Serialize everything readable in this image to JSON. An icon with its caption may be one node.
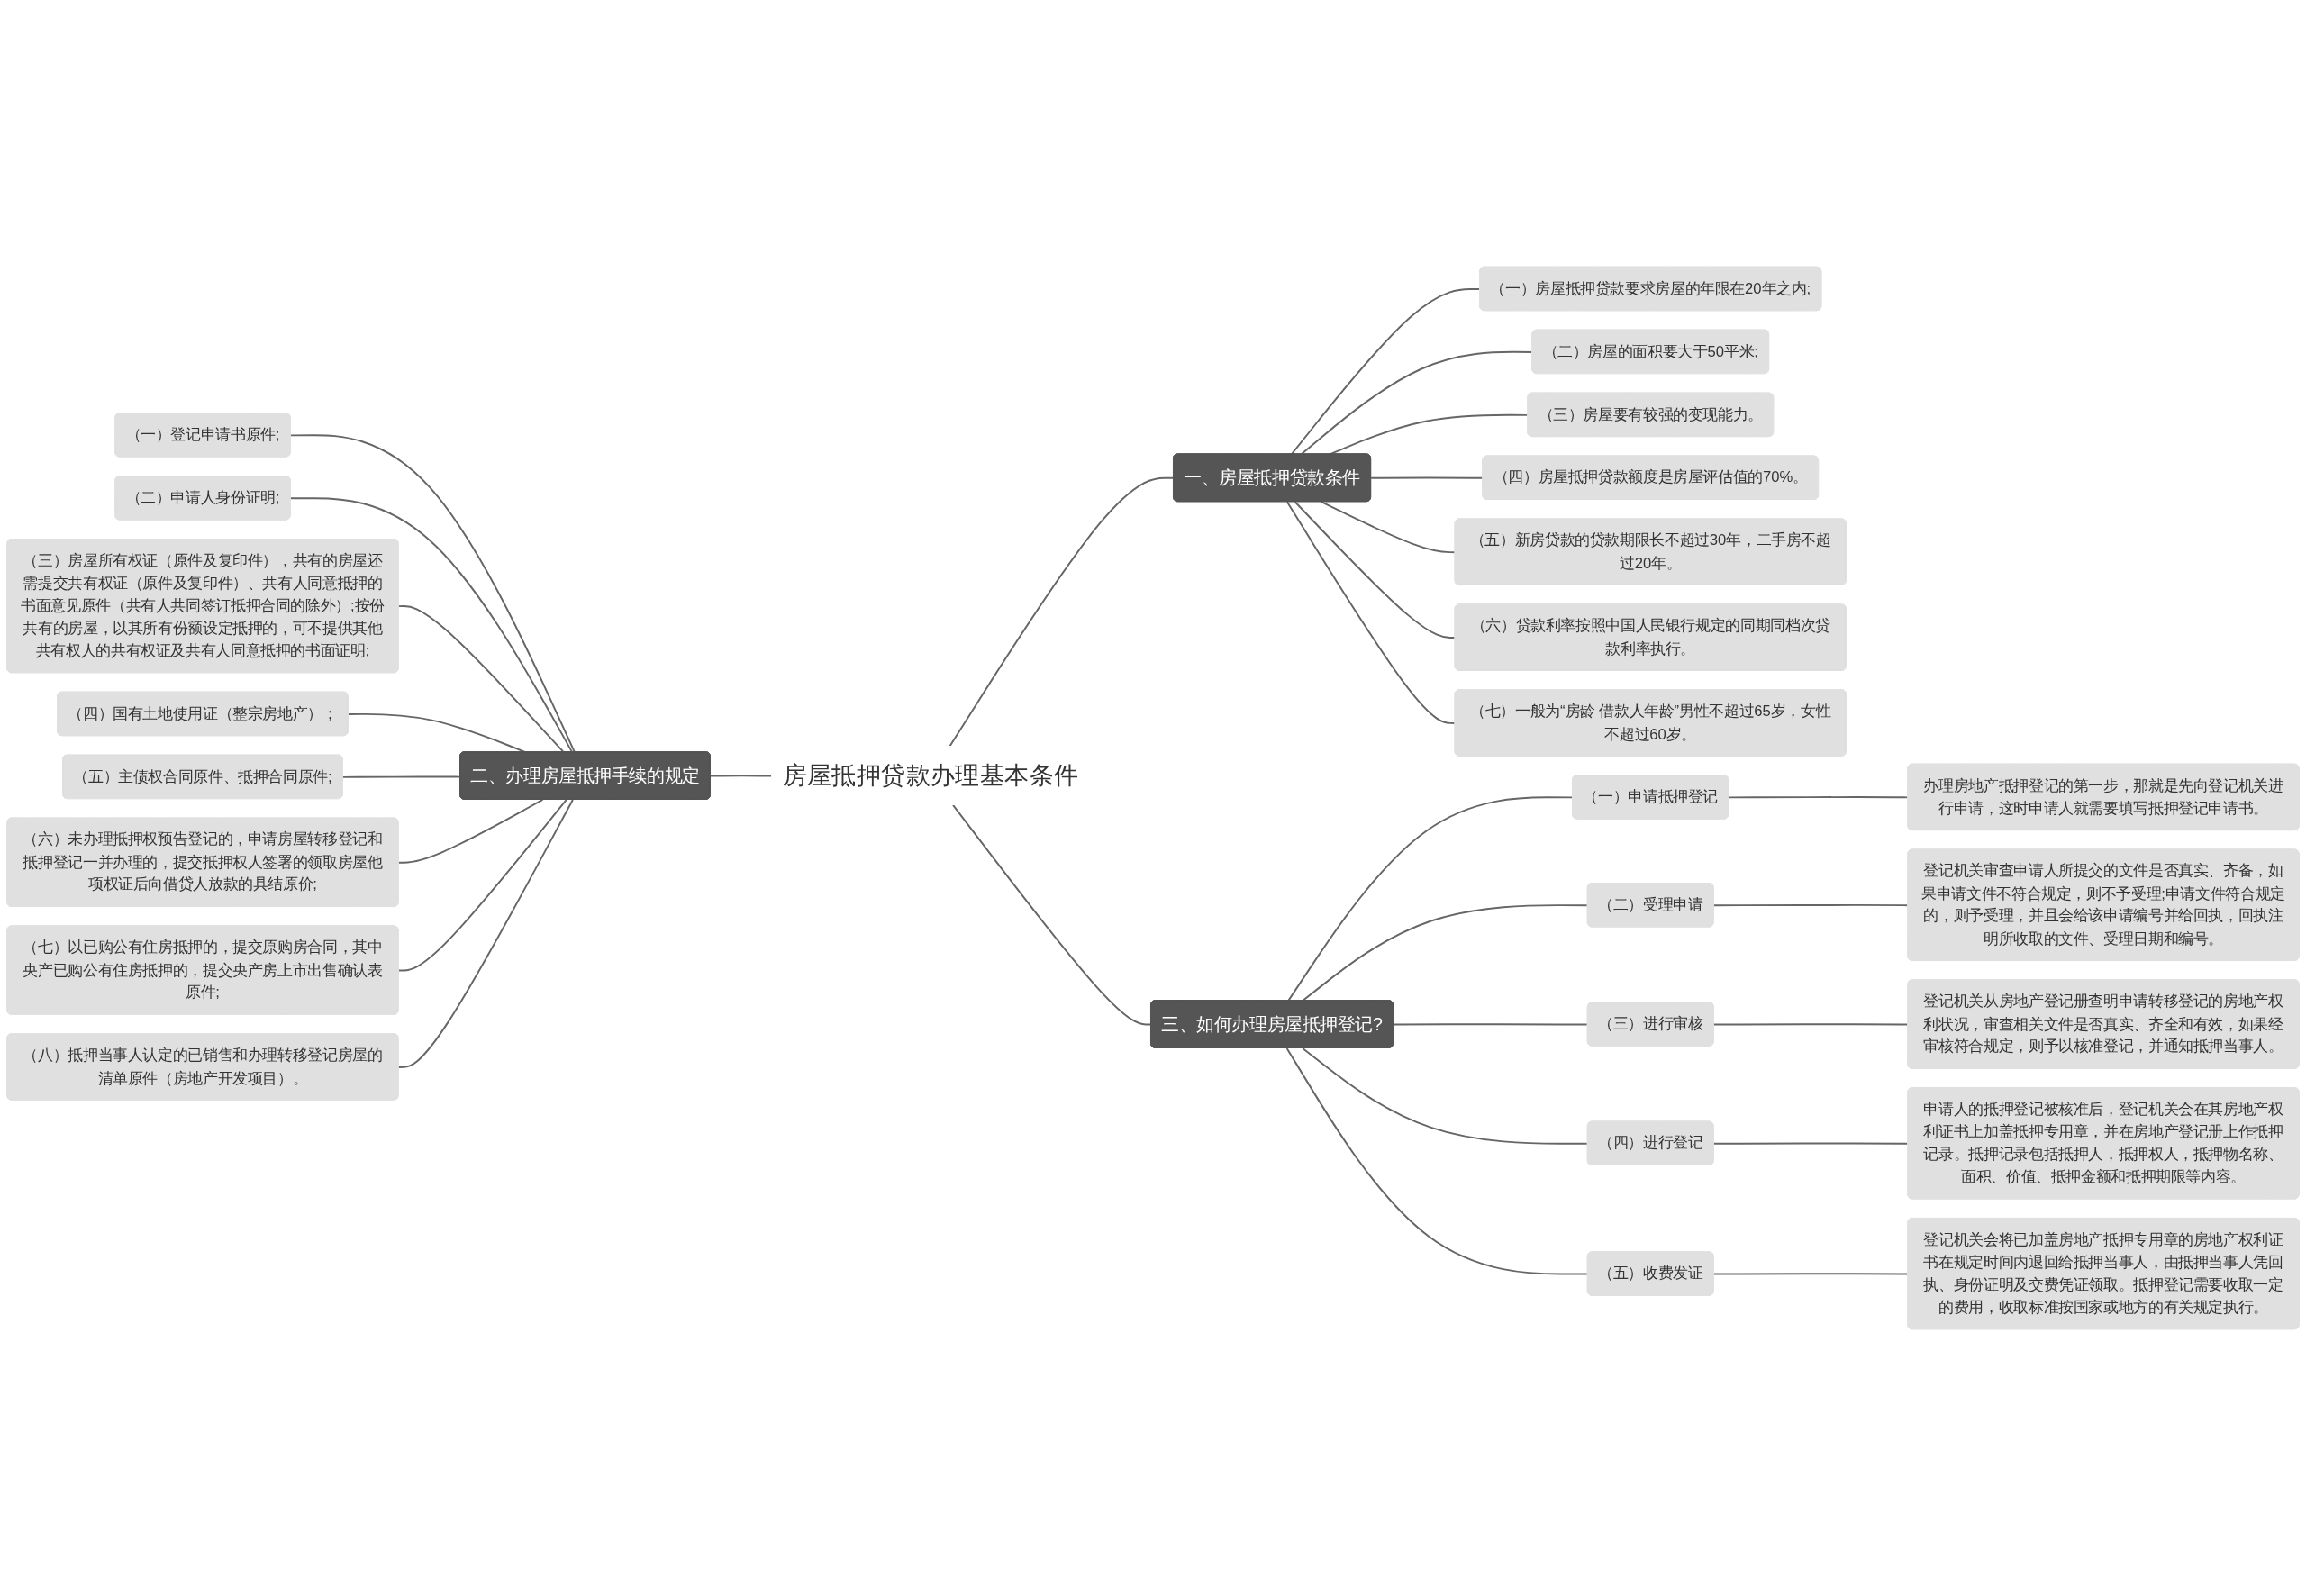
{
  "diagram": {
    "nodes": [
      {
        "text": [
          "房屋抵押贷款办理基本条件"
        ]
      },
      {
        "text": [
          "一、房屋抵押贷款条件"
        ]
      },
      {
        "text": [
          "（一）房屋抵押贷款要求房屋的年限在20年之内;"
        ]
      },
      {
        "text": [
          "（二）房屋的面积要大于50平米;"
        ]
      },
      {
        "text": [
          "（三）房屋要有较强的变现能力。"
        ]
      },
      {
        "text": [
          "（四）房屋抵押贷款额度是房屋评估值的70%。"
        ]
      },
      {
        "text": [
          "（五）新房贷款的贷款期限长不超过30年，二手房不超过20年。"
        ]
      },
      {
        "text": [
          "（六）贷款利率按照中国人民银行规定的同期同档次贷款利率执行。"
        ]
      },
      {
        "text": [
          "（七）一般为“房龄 借款人年龄”男性不超过65岁，女性不超过60岁。"
        ]
      },
      {
        "text": [
          "二、办理房屋抵押手续的规定"
        ]
      },
      {
        "text": [
          "（一）登记申请书原件;"
        ]
      },
      {
        "text": [
          "（二）申请人身份证明;"
        ]
      },
      {
        "text": [
          "（三）房屋所有权证（原件及复印件），共有的房屋还需提交共有权证（原件及复印件）、共有人同意抵押的书面意见原件（共有人共同签订抵押合同的除外）;按份共有的房屋，以其所有份额设定抵押的，可不提供其他共有权人的共有权证及共有人同意抵押的书面证明;"
        ]
      },
      {
        "text": [
          "（四）国有土地使用证（整宗房地产）；"
        ]
      },
      {
        "text": [
          "（五）主债权合同原件、抵押合同原件;"
        ]
      },
      {
        "text": [
          "（六）未办理抵押权预告登记的，申请房屋转移登记和抵押登记一并办理的，提交抵押权人签署的领取房屋他项权证后向借贷人放款的具结原价;"
        ]
      },
      {
        "text": [
          "（七）以已购公有住房抵押的，提交原购房合同，其中央产已购公有住房抵押的，提交央产房上市出售确认表原件;"
        ]
      },
      {
        "text": [
          "（八）抵押当事人认定的已销售和办理转移登记房屋的清单原件（房地产开发项目）。"
        ]
      },
      {
        "text": [
          "三、如何办理房屋抵押登记?"
        ]
      },
      {
        "text": [
          "（一）申请抵押登记"
        ]
      },
      {
        "text": [
          "办理房地产抵押登记的第一步，那就是先向登记机关进行申请，这时申请人就需要填写抵押登记申请书。"
        ]
      },
      {
        "text": [
          "（二）受理申请"
        ]
      },
      {
        "text": [
          "登记机关审查申请人所提交的文件是否真实、齐备，如果申请文件不符合规定，则不予受理;申请文件符合规定的，则予受理，并且会给该申请编号并给回执，回执注明所收取的文件、受理日期和编号。"
        ]
      },
      {
        "text": [
          "（三）进行审核"
        ]
      },
      {
        "text": [
          "登记机关从房地产登记册查明申请转移登记的房地产权利状况，审查相关文件是否真实、齐全和有效，如果经审核符合规定，则予以核准登记，并通知抵押当事人。"
        ]
      },
      {
        "text": [
          "（四）进行登记"
        ]
      },
      {
        "text": [
          "申请人的抵押登记被核准后，登记机关会在其房地产权利证书上加盖抵押专用章，并在房地产登记册上作抵押记录。抵押记录包括抵押人，抵押权人，抵押物名称、面积、价值、抵押金额和抵押期限等内容。"
        ]
      },
      {
        "text": [
          "（五）收费发证"
        ]
      },
      {
        "text": [
          "登记机关会将已加盖房地产抵押专用章的房地产权利证书在规定时间内退回给抵押当事人，由抵押当事人凭回执、身份证明及交费凭证领取。抵押登记需要收取一定的费用，收取标准按国家或地方的有关规定执行。"
        ]
      }
    ],
    "edges": [
      {
        "from": 0,
        "to": 1,
        "arrow": "none"
      },
      {
        "from": 1,
        "to": 2,
        "arrow": "none"
      },
      {
        "from": 1,
        "to": 3,
        "arrow": "none"
      },
      {
        "from": 1,
        "to": 4,
        "arrow": "none"
      },
      {
        "from": 1,
        "to": 5,
        "arrow": "none"
      },
      {
        "from": 1,
        "to": 6,
        "arrow": "none"
      },
      {
        "from": 1,
        "to": 7,
        "arrow": "none"
      },
      {
        "from": 1,
        "to": 8,
        "arrow": "none"
      },
      {
        "from": 9,
        "to": 0,
        "arrow": "none"
      },
      {
        "from": 10,
        "to": 9,
        "arrow": "none"
      },
      {
        "from": 11,
        "to": 9,
        "arrow": "none"
      },
      {
        "from": 12,
        "to": 9,
        "arrow": "none"
      },
      {
        "from": 13,
        "to": 9,
        "arrow": "none"
      },
      {
        "from": 14,
        "to": 9,
        "arrow": "none"
      },
      {
        "from": 15,
        "to": 9,
        "arrow": "none"
      },
      {
        "from": 16,
        "to": 9,
        "arrow": "none"
      },
      {
        "from": 17,
        "to": 9,
        "arrow": "none"
      },
      {
        "from": 0,
        "to": 18,
        "arrow": "none"
      },
      {
        "from": 18,
        "to": 19,
        "arrow": "none"
      },
      {
        "from": 19,
        "to": 20,
        "arrow": "none"
      },
      {
        "from": 18,
        "to": 21,
        "arrow": "none"
      },
      {
        "from": 21,
        "to": 22,
        "arrow": "none"
      },
      {
        "from": 18,
        "to": 23,
        "arrow": "none"
      },
      {
        "from": 23,
        "to": 24,
        "arrow": "none"
      },
      {
        "from": 18,
        "to": 25,
        "arrow": "none"
      },
      {
        "from": 25,
        "to": 26,
        "arrow": "none"
      },
      {
        "from": 18,
        "to": 27,
        "arrow": "none"
      },
      {
        "from": 27,
        "to": 28,
        "arrow": "none"
      }
    ]
  }
}
